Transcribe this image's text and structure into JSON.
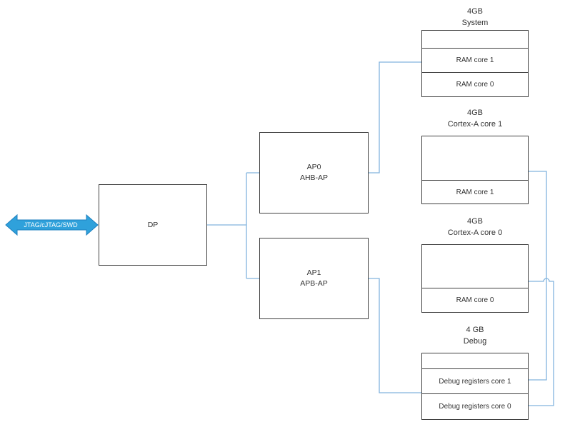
{
  "colors": {
    "connector": "#82B4DE",
    "arrow_fill": "#2FA1DB",
    "arrow_border": "#1E7FBF",
    "box_border": "#404040",
    "text": "#333333"
  },
  "arrow": {
    "label": "JTAG/cJTAG/SWD"
  },
  "dp": {
    "label": "DP"
  },
  "aps": [
    {
      "name": "AP0",
      "type": "AHB-AP"
    },
    {
      "name": "AP1",
      "type": "APB-AP"
    }
  ],
  "regions": [
    {
      "size": "4GB",
      "name": "System",
      "rows": [
        "RAM core 1",
        "RAM core 0"
      ]
    },
    {
      "size": "4GB",
      "name": "Cortex-A core 1",
      "rows": [
        "RAM core 1"
      ]
    },
    {
      "size": "4GB",
      "name": "Cortex-A core 0",
      "rows": [
        "RAM core 0"
      ]
    },
    {
      "size": "4 GB",
      "name": "Debug",
      "rows": [
        "Debug registers core 1",
        "Debug registers core 0"
      ]
    }
  ]
}
